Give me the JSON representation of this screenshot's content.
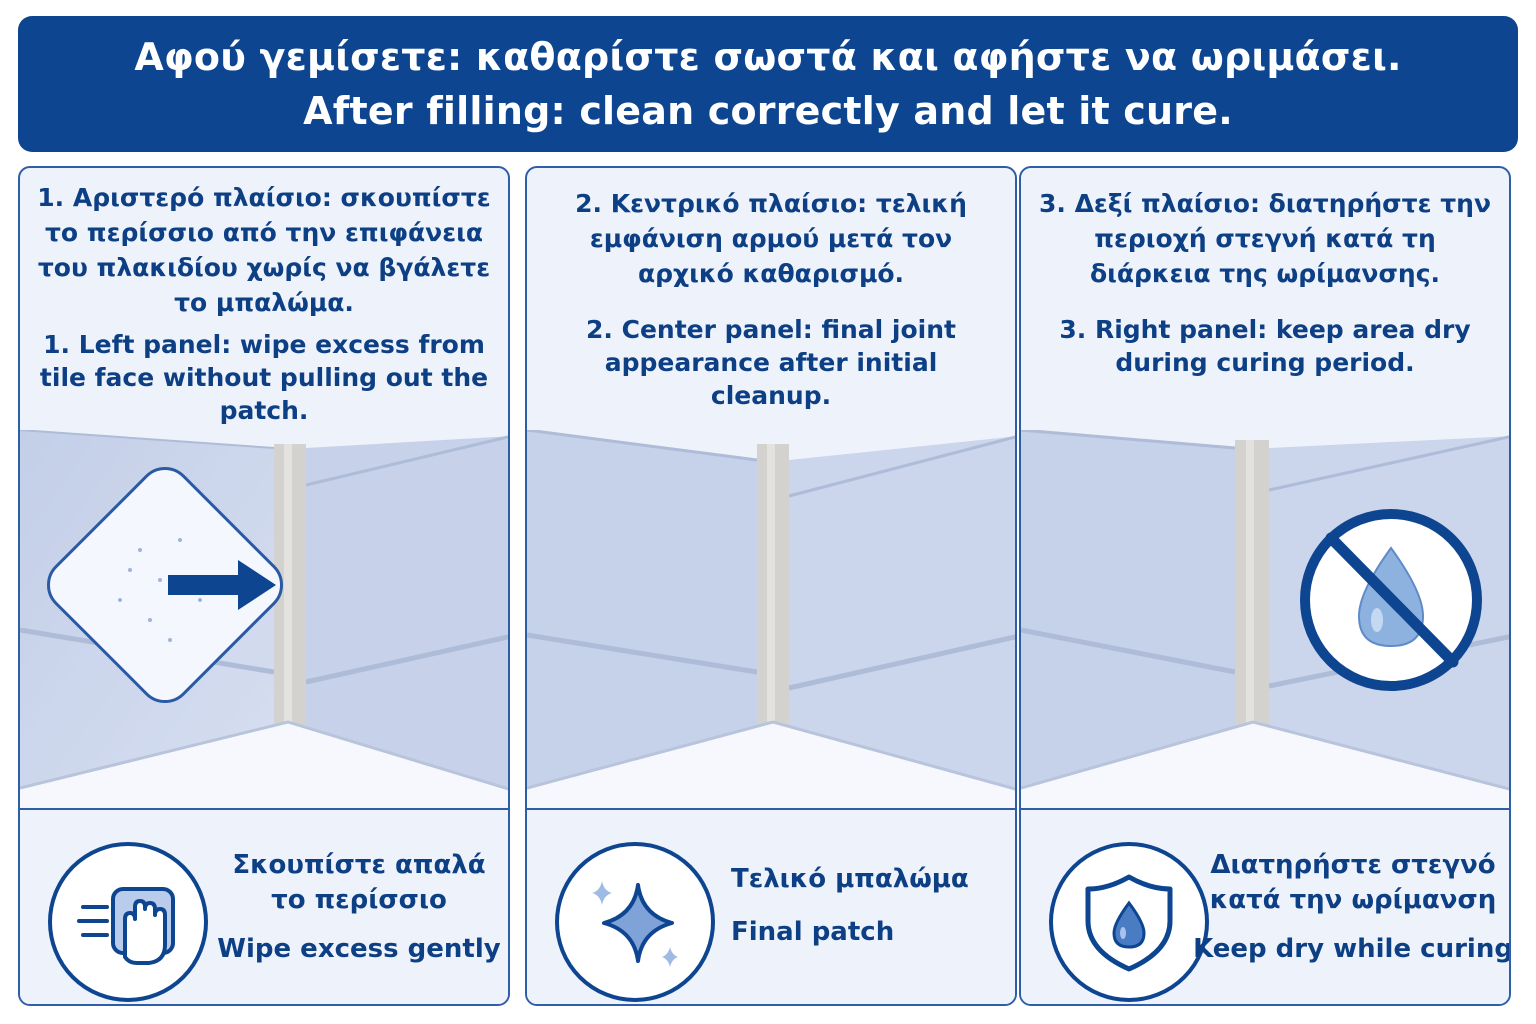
{
  "header": {
    "title_gr": "Αφού γεμίσετε: καθαρίστε σωστά και αφήστε να ωριμάσει.",
    "title_en": "After filling: clean correctly and let it cure."
  },
  "panels": [
    {
      "caption_gr": "1. Αριστερό πλαίσιο: σκουπίστε το περίσσιο από την επιφάνεια του πλακιδίου χωρίς να βγάλετε το μπαλώμα.",
      "caption_en": "1. Left panel: wipe excess from tile face without pulling out the patch.",
      "scene_icon": "sponge-with-arrow",
      "badge_icon": "hand-wiping-cloth-icon",
      "label_gr": "Σκουπίστε απαλά το περίσσιο",
      "label_en": "Wipe excess gently"
    },
    {
      "caption_gr": "2. Κεντρικό πλαίσιο: τελική εμφάνιση αρμού μετά τον αρχικό καθαρισμό.",
      "caption_en": "2. Center panel: final joint appearance after initial cleanup.",
      "badge_icon": "sparkle-icon",
      "label_gr": "Τελικό μπαλώμα",
      "label_en": "Final patch"
    },
    {
      "caption_gr": "3. Δεξί πλαίσιο: διατηρήστε την περιοχή στεγνή κατά τη διάρκεια της ωρίμανσης.",
      "caption_en": "3. Right panel: keep area dry during curing period.",
      "scene_icon": "no-water-icon",
      "badge_icon": "shield-water-drop-icon",
      "label_gr": "Διατηρήστε στεγνό κατά την ωρίμανση",
      "label_en": "Keep dry while curing"
    }
  ],
  "colors": {
    "primary": "#0d4590",
    "text": "#0d3f84",
    "panel_bg": "#eef2fb",
    "tile": "#c9d4ea",
    "grout": "#d4d2ce",
    "drop": "#8eb2e0"
  }
}
